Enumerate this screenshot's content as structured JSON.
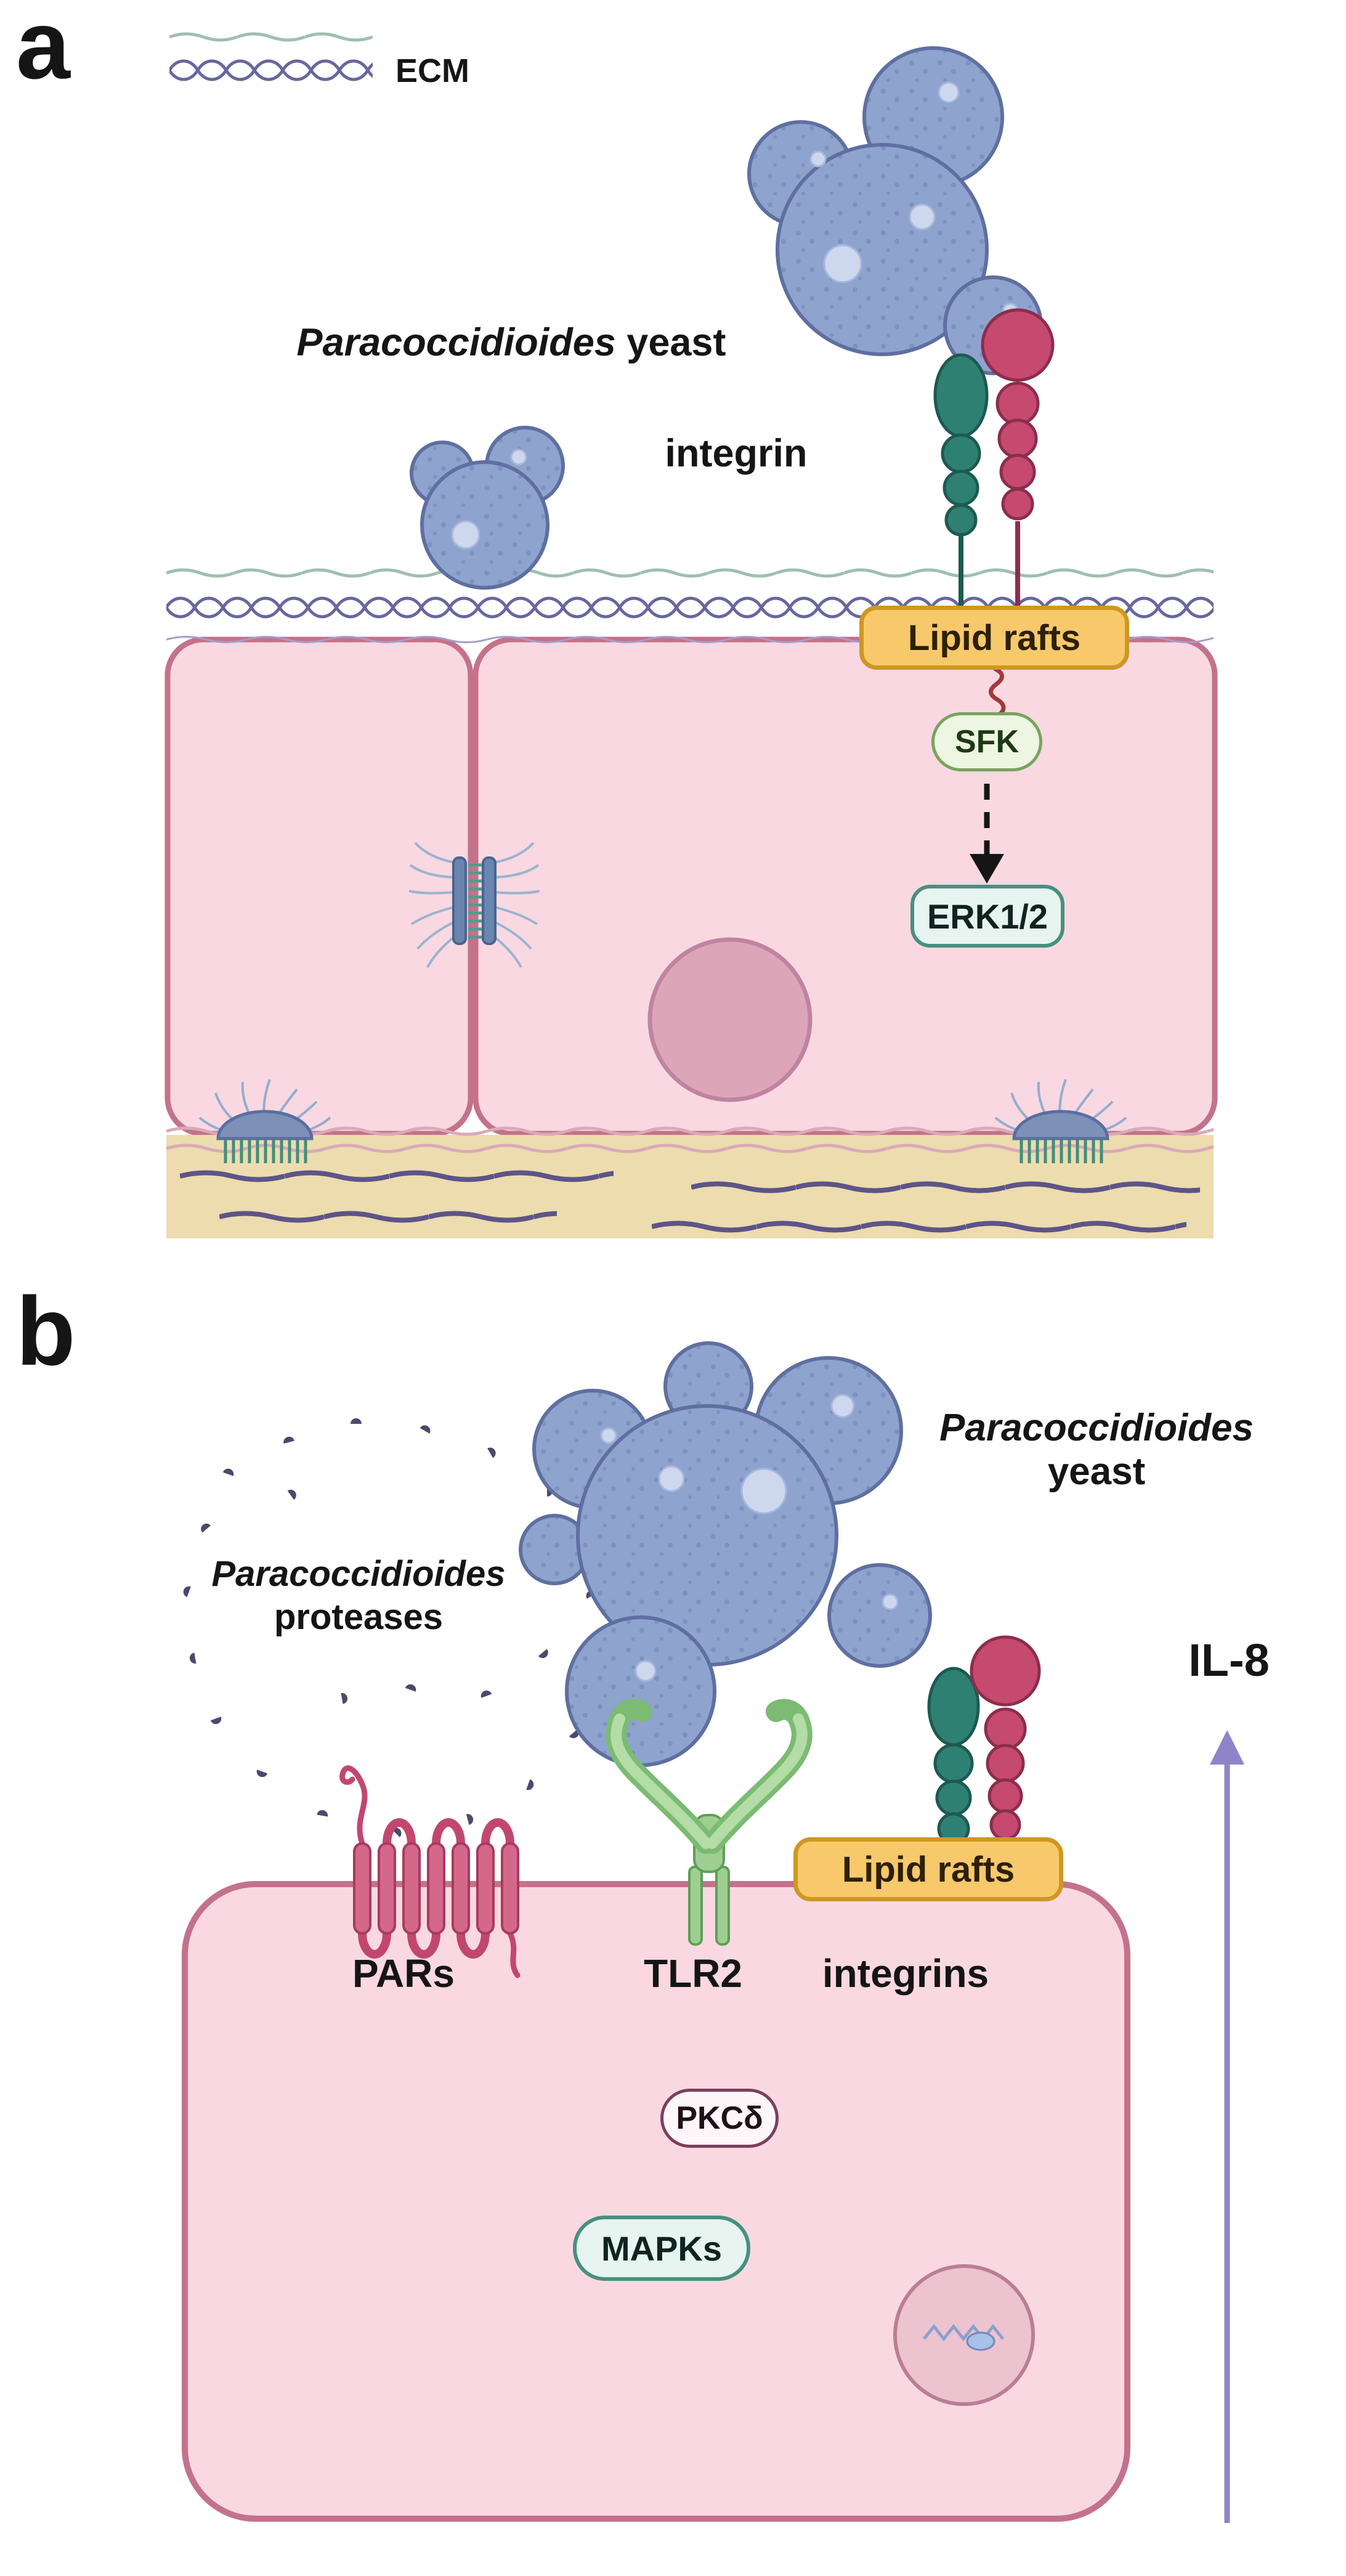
{
  "panel_a": {
    "label": "a",
    "legend_ecm": "ECM",
    "yeast_label": {
      "italic": "Paracoccidioides",
      "rest": " yeast"
    },
    "integrin_label": "integrin",
    "lipid_rafts": "Lipid rafts",
    "sfk": "SFK",
    "erk": "ERK1/2"
  },
  "panel_b": {
    "label": "b",
    "yeast_label": {
      "italic": "Paracoccidioides",
      "rest": "yeast"
    },
    "proteases_label": {
      "italic": "Paracoccidioides",
      "rest": "proteases"
    },
    "labels": {
      "pars": "PARs",
      "tlr2": "TLR2",
      "integrins": "integrins"
    },
    "lipid_rafts": "Lipid rafts",
    "pkc": "PKCδ",
    "mapks": "MAPKs",
    "il8": "IL-8"
  },
  "colors": {
    "cell_fill": "#f9d8e2",
    "cell_border": "#c4728c",
    "yeast_fill": "#8fa3cf",
    "yeast_border": "#5f6fa0",
    "lipid_raft_fill": "#f7c96b",
    "lipid_raft_border": "#cf9722",
    "sfk_fill": "#edf6e2",
    "sfk_border": "#76a55c",
    "erk_fill": "#e7f4ef",
    "erk_border": "#47907f",
    "integrin_teal": "#2e8073",
    "integrin_teal_dark": "#1d5a50",
    "integrin_pink": "#c6496f",
    "integrin_pink_dark": "#8c2d4d",
    "tlr2_green": "#7bbb72",
    "pars_pink": "#d4688a",
    "pars_dark": "#a93a60",
    "pars_loop": "#c2476e",
    "ecm_purple": "#67679e",
    "membrane_green": "#9fbfae",
    "il8_arrow": "#8f84c9",
    "pkc_border": "#7d3f5e",
    "nucleus_fill": "#dca6b8"
  }
}
